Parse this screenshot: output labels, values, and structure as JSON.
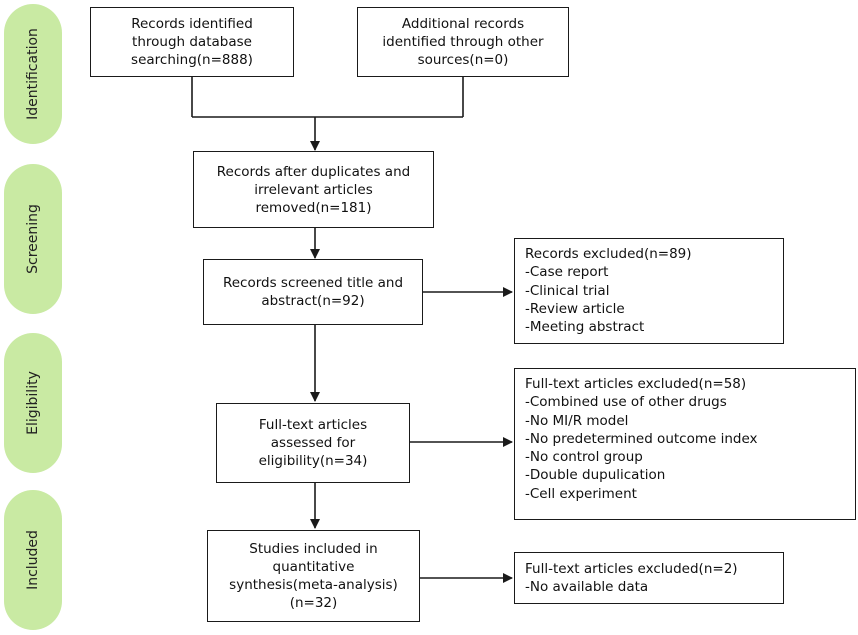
{
  "phases": {
    "identification": "Identification",
    "screening": "Screening",
    "eligibility": "Eligibility",
    "included": "Included"
  },
  "boxes": {
    "database": [
      "Records identified",
      "through database",
      "searching(n=888)"
    ],
    "other_sources": [
      "Additional records",
      "identified through other",
      "sources(n=0)"
    ],
    "after_duplicates": [
      "Records after duplicates and",
      "irrelevant articles",
      "removed(n=181)"
    ],
    "screened": [
      "Records screened title and",
      "abstract(n=92)"
    ],
    "excluded_screening": [
      "Records excluded(n=89)",
      "-Case report",
      "-Clinical trial",
      "-Review article",
      "-Meeting abstract"
    ],
    "full_text": [
      "Full-text articles",
      "assessed for",
      "eligibility(n=34)"
    ],
    "excluded_full_text": [
      "Full-text articles excluded(n=58)",
      "-Combined use of other drugs",
      "-No MI/R model",
      "-No predetermined outcome index",
      "-No control group",
      "-Double dupulication",
      "-Cell experiment"
    ],
    "included": [
      "Studies included in",
      "quantitative",
      "synthesis(meta-analysis)",
      "(n=32)"
    ],
    "excluded_final": [
      "Full-text articles excluded(n=2)",
      "-No available data"
    ]
  }
}
